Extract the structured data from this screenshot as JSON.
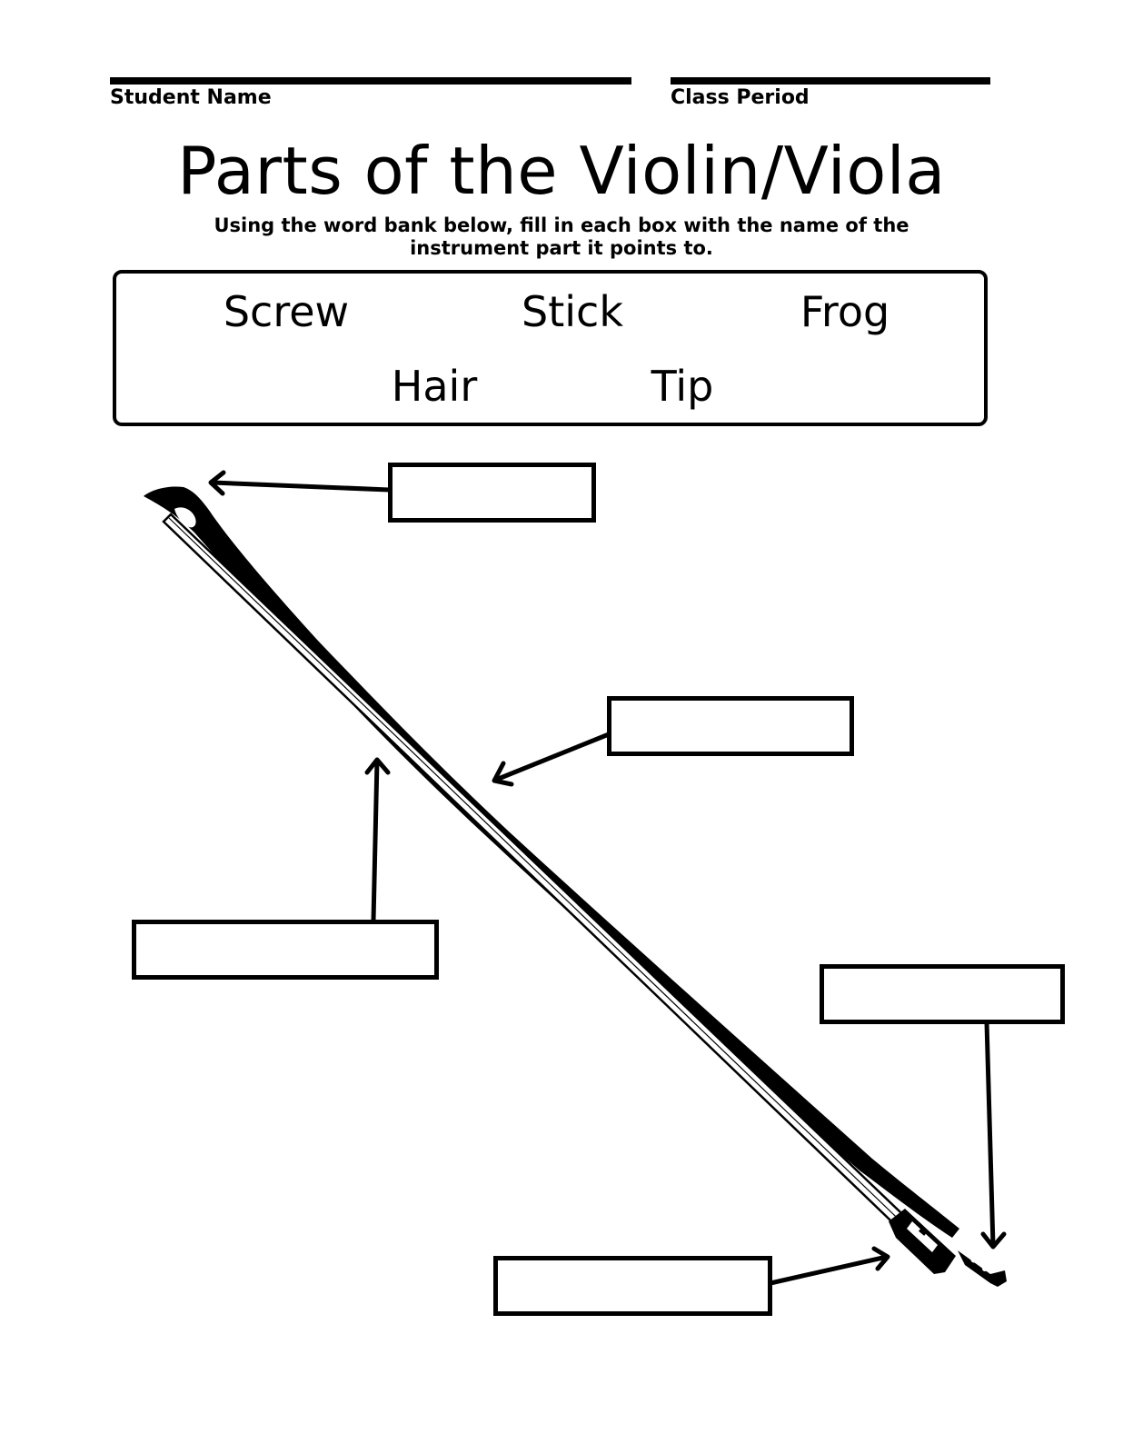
{
  "header": {
    "student_name_label": "Student Name",
    "class_period_label": "Class Period"
  },
  "title": "Parts of the Violin/Viola",
  "instructions": "Using the word bank below, fill in each box with the name of the instrument part it points to.",
  "word_bank": {
    "words": [
      "Screw",
      "Stick",
      "Frog",
      "Hair",
      "Tip"
    ]
  },
  "diagram": {
    "subject": "violin bow",
    "answer_boxes": [
      {
        "points_to": "tip",
        "value": ""
      },
      {
        "points_to": "stick",
        "value": ""
      },
      {
        "points_to": "hair",
        "value": ""
      },
      {
        "points_to": "screw",
        "value": ""
      },
      {
        "points_to": "frog",
        "value": ""
      }
    ]
  }
}
